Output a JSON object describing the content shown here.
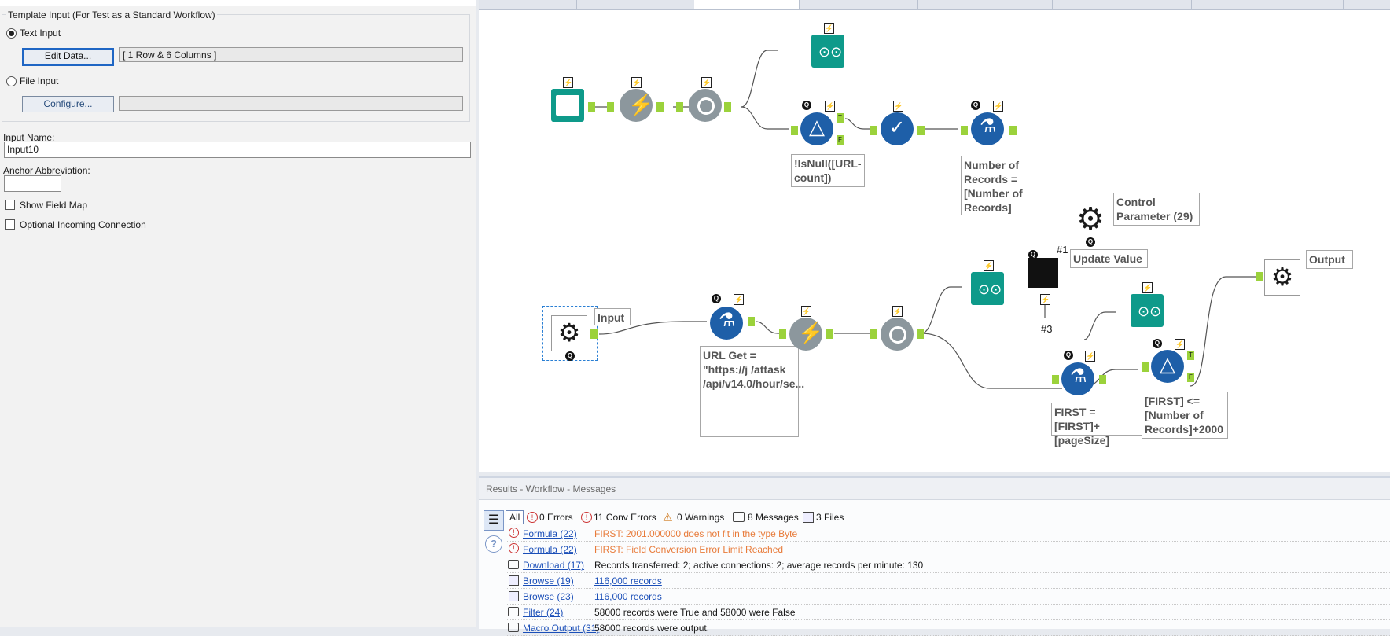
{
  "config": {
    "group_title": "Template Input (For Test as a Standard Workflow)",
    "text_input_label": "Text Input",
    "edit_data_label": "Edit Data...",
    "edit_data_summary": "[ 1 Row & 6 Columns ]",
    "file_input_label": "File Input",
    "configure_label": "Configure...",
    "configure_path": "",
    "input_name_label": "Input Name:",
    "input_name_value": "Input10",
    "anchor_abbrev_label": "Anchor Abbreviation:",
    "anchor_abbrev_value": "",
    "show_field_map_label": "Show Field Map",
    "optional_incoming_label": "Optional Incoming Connection"
  },
  "canvas": {
    "annotations": {
      "filter_top": "!IsNull([URL-count])",
      "formula_top": "Number of Records = [Number of Records]",
      "input_label": "Input",
      "url_get": "URL Get = \"https://j /attask /api/v14.0/hour/se...",
      "control_param": "Control Parameter (29)",
      "update_value": "Update Value",
      "output_label": "Output",
      "formula_first": "FIRST = [FIRST]+[pageSize]",
      "filter_first": "[FIRST] <= [Number of Records]+2000",
      "marker_1": "#1",
      "marker_3": "#3",
      "anchor_t": "T",
      "anchor_f": "F",
      "badge_q": "Q"
    },
    "colors": {
      "tool_blue": "#1e5fa8",
      "tool_grey": "#8c979d",
      "tool_teal": "#0e9a8a",
      "anchor_green": "#9bd23b"
    }
  },
  "results": {
    "header": "Results - Workflow - Messages",
    "filters": {
      "all": "All",
      "errors": "0 Errors",
      "conv_errors": "11 Conv Errors",
      "warnings": "0 Warnings",
      "messages": "8 Messages",
      "files": "3 Files"
    },
    "rows": [
      {
        "tool": "Formula (22)",
        "msg": "FIRST: 2001.000000 does not fit in the type Byte",
        "kind": "error"
      },
      {
        "tool": "Formula (22)",
        "msg": "FIRST: Field Conversion Error Limit Reached",
        "kind": "error"
      },
      {
        "tool": "Download (17)",
        "msg": "Records transferred: 2; active connections: 2; average records per minute: 130",
        "kind": "message"
      },
      {
        "tool": "Browse (19)",
        "msg": "116,000 records",
        "kind": "file"
      },
      {
        "tool": "Browse (23)",
        "msg": "116,000 records",
        "kind": "file"
      },
      {
        "tool": "Filter (24)",
        "msg": "58000 records were True and 58000 were False",
        "kind": "message"
      },
      {
        "tool": "Macro Output (31)",
        "msg": "58000 records were output.",
        "kind": "message"
      }
    ]
  }
}
